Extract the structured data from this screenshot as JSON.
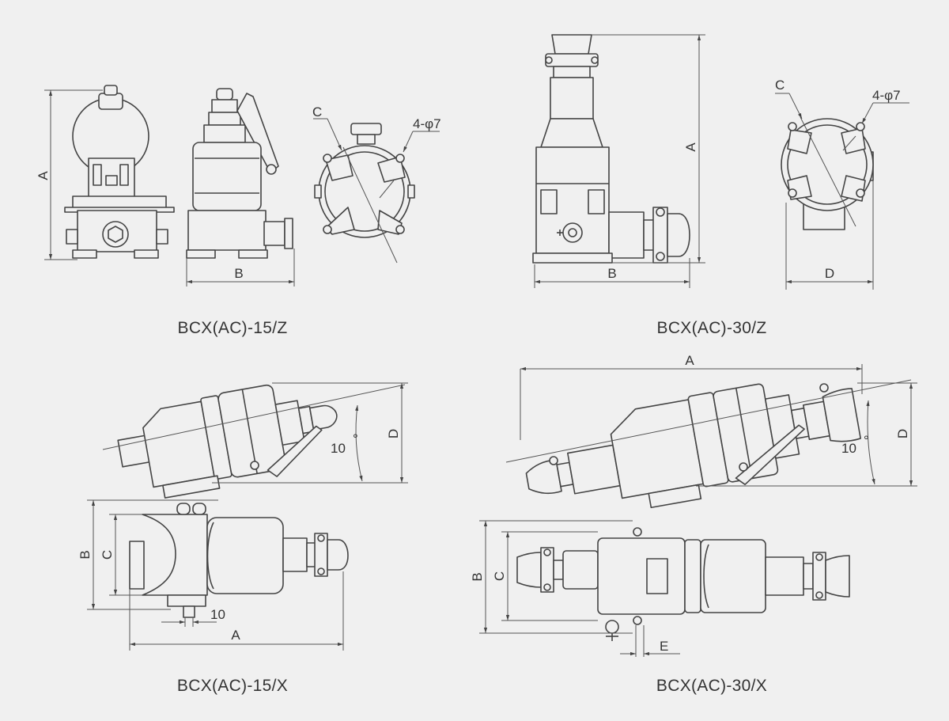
{
  "captions": {
    "top_left": "BCX(AC)-15/Z",
    "top_right": "BCX(AC)-30/Z",
    "bottom_left": "BCX(AC)-15/X",
    "bottom_right": "BCX(AC)-30/X"
  },
  "dims": {
    "a": "A",
    "b": "B",
    "c": "C",
    "d": "D",
    "e": "E",
    "hole": "4-φ7",
    "angle": "10",
    "degree": "°",
    "ten": "10"
  }
}
